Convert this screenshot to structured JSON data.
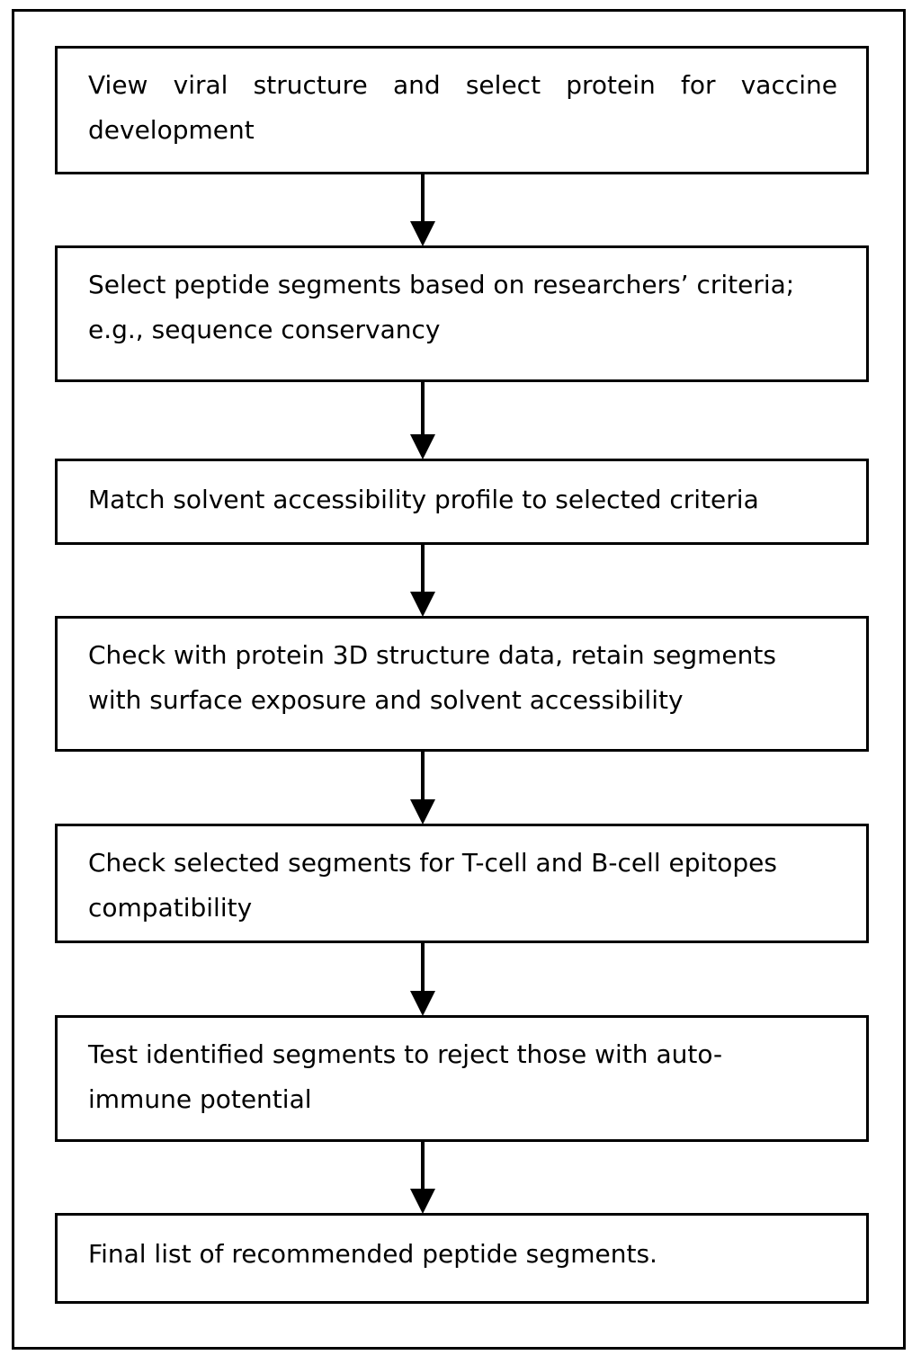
{
  "steps": [
    {
      "text": "View viral structure and select protein for vaccine development"
    },
    {
      "text": "Select peptide segments based on researchers’ criteria; e.g., sequence conservancy"
    },
    {
      "text": "Match solvent accessibility profile to selected criteria"
    },
    {
      "text": "Check with protein 3D structure data, retain segments with surface exposure and solvent accessibility"
    },
    {
      "text": "Check selected segments for T-cell and B-cell epitopes compatibility"
    },
    {
      "text": "Test identified segments to reject those with auto-immune potential"
    },
    {
      "text": "Final list of recommended peptide segments."
    }
  ]
}
